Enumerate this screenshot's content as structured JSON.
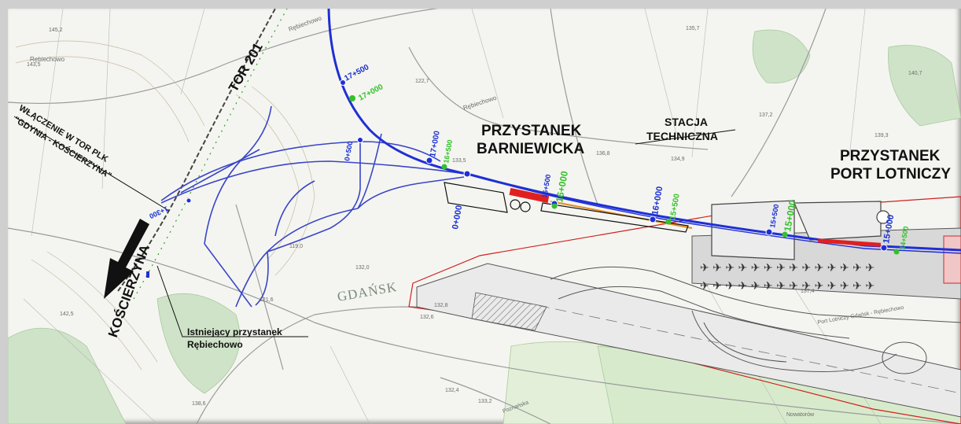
{
  "labels": {
    "tor_201": "TOR 201",
    "wlaczenie_line1": "WŁĄCZENIE W TOR PLK",
    "wlaczenie_line2": "\"GDYNIA - KOŚCIERZYNA\"",
    "koscierzyna": "KOŚCIERZYNA",
    "istniejacy_line1": "Istniejący przystanek",
    "istniejacy_line2": "Rębiechowo",
    "przystanek_barniewicka_line1": "PRZYSTANEK",
    "przystanek_barniewicka_line2": "BARNIEWICKA",
    "stacja_line1": "STACJA",
    "stacja_line2": "TECHNICZNA",
    "przystanek_port_line1": "PRZYSTANEK",
    "przystanek_port_line2": "PORT LOTNICZY",
    "gdansk": "GDAŃSK"
  },
  "kilometrage_blue": [
    "17+500",
    "17+000",
    "16+500",
    "16+000",
    "15+500",
    "15+000",
    "1+300",
    "0+500",
    "0+000"
  ],
  "kilometrage_green": [
    "17+000",
    "16+500",
    "16+000",
    "15+500",
    "15+000",
    "14+500"
  ],
  "spot_heights": [
    "145,2",
    "143,5",
    "122,7",
    "135,7",
    "140,7",
    "137,2",
    "139,3",
    "133,5",
    "136,8",
    "134,9",
    "119,0",
    "121,6",
    "132,0",
    "132,8",
    "132,6",
    "132,4",
    "133,2",
    "138,6",
    "142,5",
    "137,4"
  ],
  "place_names": [
    "Rębiechowo",
    "Rębiechowo",
    "Rębiechowo",
    "Port Lotniczy Gdańsk - Rębiechowo",
    "Nowatorów",
    "Poznańska"
  ],
  "colors": {
    "track_main": "#1f2fd6",
    "track_variant": "#3a45c8",
    "km_green": "#34c02a",
    "airport_border": "#d02020",
    "platform_red": "#e02020",
    "map_bg": "#f4f5f0",
    "woodland": "#cfe3c8",
    "road_grey": "#9a9a9a"
  }
}
